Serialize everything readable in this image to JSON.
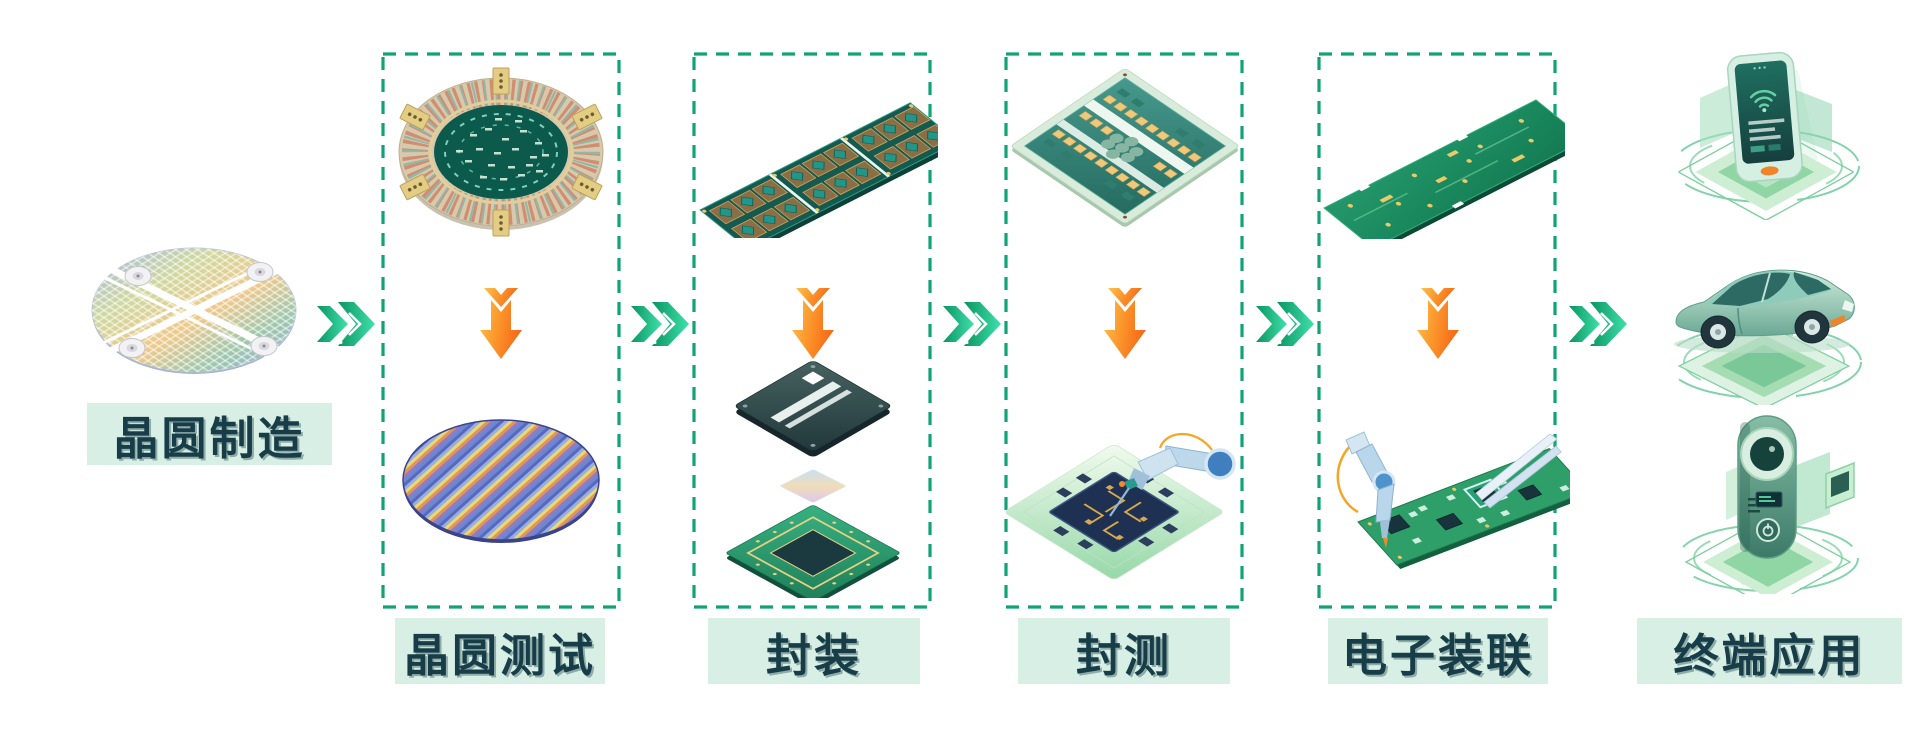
{
  "page": {
    "background": "#ffffff",
    "kind": "semiconductor-process-flow-diagram"
  },
  "stages": [
    {
      "id": "wafer-fab",
      "label": "晶圆制造",
      "boxed": false,
      "illustrations": [
        "rainbow-wafer"
      ]
    },
    {
      "id": "wafer-test",
      "label": "晶圆测试",
      "boxed": true,
      "illustrations": [
        "probe-card",
        "tested-wafer"
      ]
    },
    {
      "id": "packaging",
      "label": "封装",
      "boxed": true,
      "illustrations": [
        "package-panel",
        "chip-stack"
      ]
    },
    {
      "id": "final-test",
      "label": "封测",
      "boxed": true,
      "illustrations": [
        "component-board",
        "dispense-test-station"
      ]
    },
    {
      "id": "electronic-assembly",
      "label": "电子装联",
      "boxed": true,
      "illustrations": [
        "bare-pcb",
        "assembly-robot-pcb"
      ]
    },
    {
      "id": "terminal-apps",
      "label": "终端应用",
      "boxed": false,
      "illustrations": [
        "smartphone",
        "car",
        "access-control-device"
      ]
    }
  ],
  "flow": {
    "stage_arrows": 5,
    "in_box_arrows": 4
  },
  "colors": {
    "label_bg": "#d8efe5",
    "label_text": "#173e48",
    "box_border": "#10a376",
    "chevron_dark": "#0a9562",
    "chevron_light": "#3fe0ab",
    "down_arrow_light": "#ffc14f",
    "down_arrow_dark": "#f76b17"
  }
}
